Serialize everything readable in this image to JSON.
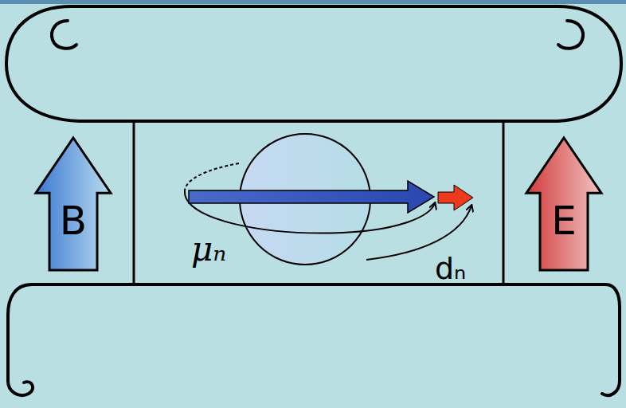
{
  "diagram": {
    "nodes": [
      {
        "text": [
          "B"
        ]
      },
      {
        "text": [
          "E"
        ]
      }
    ],
    "labels": [
      "μₙ",
      "dₙ"
    ]
  }
}
